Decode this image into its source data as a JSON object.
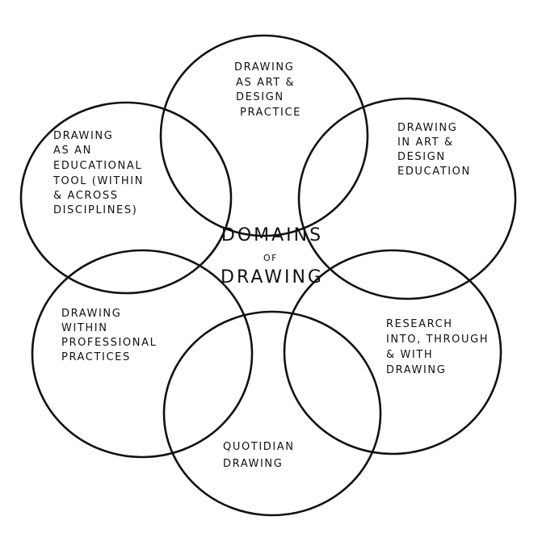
{
  "center": {
    "line1": "DOMAINS",
    "line2": "OF",
    "line3": "DRAWING"
  },
  "domains": {
    "art_design_practice": [
      "DRAWING",
      "AS ART &",
      "DESIGN",
      "PRACTICE"
    ],
    "art_design_education": [
      "DRAWING",
      "IN ART &",
      "DESIGN",
      "EDUCATION"
    ],
    "educational_tool": [
      "DRAWING",
      "AS AN",
      "EDUCATIONAL",
      "TOOL (WITHIN",
      "& ACROSS",
      "DISCIPLINES)"
    ],
    "professional_practices": [
      "DRAWING",
      "WITHIN",
      "PROFESSIONAL",
      "PRACTICES"
    ],
    "research": [
      "RESEARCH",
      "INTO, THROUGH",
      "& WITH",
      "DRAWING"
    ],
    "quotidian": [
      "QUOTIDIAN",
      "DRAWING"
    ]
  }
}
